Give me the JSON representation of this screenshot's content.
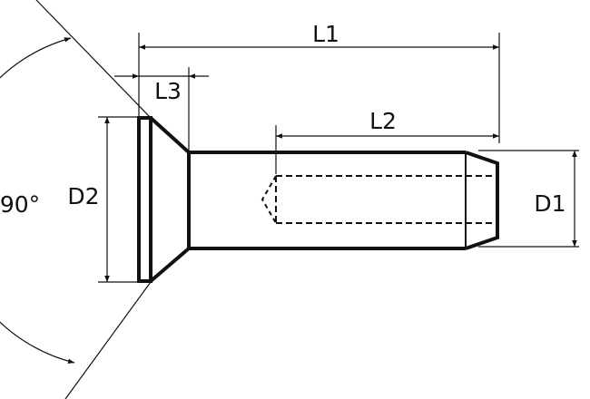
{
  "diagram": {
    "labels": {
      "L1": "L1",
      "L2": "L2",
      "L3": "L3",
      "D1": "D1",
      "D2": "D2",
      "angle": "90°"
    },
    "colors": {
      "stroke": "#111111",
      "background": "#ffffff"
    }
  }
}
